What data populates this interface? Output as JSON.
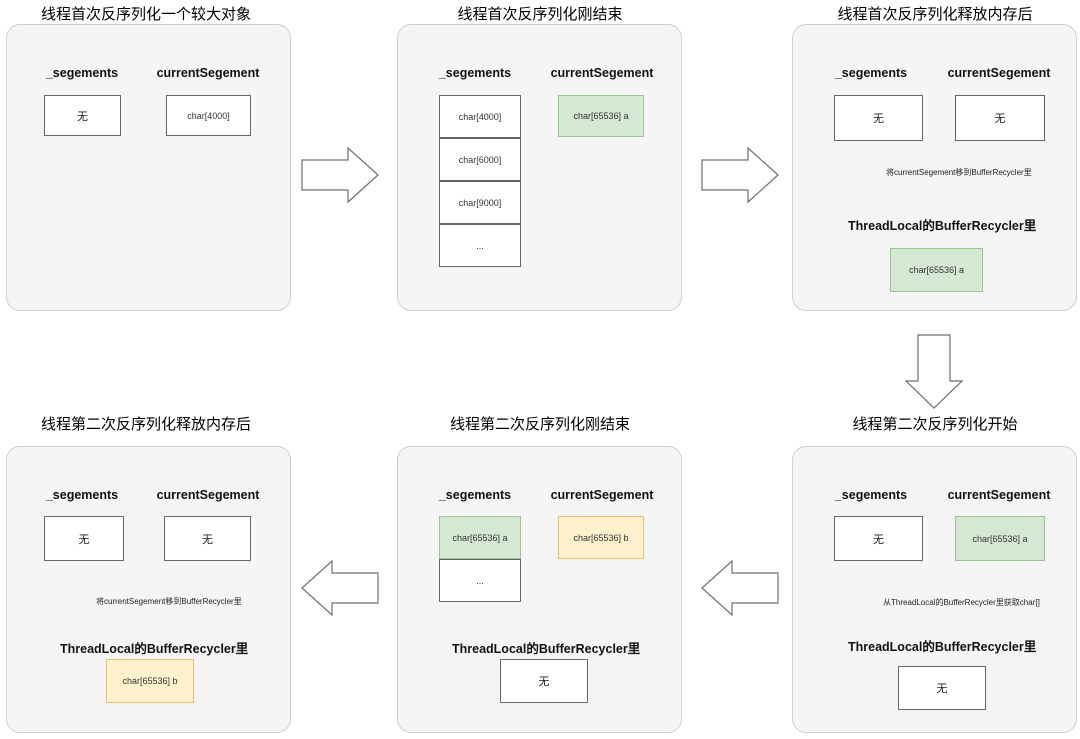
{
  "diagram": {
    "title_text_note": "Jackson BufferRecycler ThreadLocal char[] reuse flow",
    "colors": {
      "panel_bg": "#f5f5f5",
      "panel_border": "#cfcfcf",
      "box_border": "#666666",
      "green_fill": "#d5e8d4",
      "green_border": "#9ac78a",
      "yellow_fill": "#fff2cc",
      "yellow_border": "#e3c06a",
      "arrow_stroke": "#6f6f6f",
      "arrow_fill": "#ffffff"
    },
    "labels": {
      "segments": "_segements",
      "current_segment": "currentSegement",
      "thread_local": "ThreadLocal的BufferRecycler里",
      "none": "无",
      "ellipsis": "..."
    }
  },
  "panels": [
    {
      "id": "p1",
      "title": "线程首次反序列化一个较大对象",
      "segments_label": "_segements",
      "current_label": "currentSegement",
      "segments_value": "无",
      "current_value": "char[4000]",
      "current_style": "plain"
    },
    {
      "id": "p2",
      "title": "线程首次反序列化刚结束",
      "segments_label": "_segements",
      "current_label": "currentSegement",
      "segments_stack": [
        "char[4000]",
        "char[6000]",
        "char[9000]",
        "..."
      ],
      "current_value": "char[65536] a",
      "current_style": "green"
    },
    {
      "id": "p3",
      "title": "线程首次反序列化释放内存后",
      "segments_label": "_segements",
      "current_label": "currentSegement",
      "segments_value": "无",
      "current_value": "无",
      "annotation": "将currentSegement移到BufferRecycler里",
      "threadlocal_label": "ThreadLocal的BufferRecycler里",
      "threadlocal_value": "char[65536] a",
      "threadlocal_style": "green"
    },
    {
      "id": "p4",
      "title": "线程第二次反序列化开始",
      "segments_label": "_segements",
      "current_label": "currentSegement",
      "segments_value": "无",
      "current_value": "char[65536] a",
      "current_style": "green",
      "annotation": "从ThreadLocal的BufferRecycler里获取char[]",
      "threadlocal_label": "ThreadLocal的BufferRecycler里",
      "threadlocal_value": "无",
      "threadlocal_style": "plain"
    },
    {
      "id": "p5",
      "title": "线程第二次反序列化刚结束",
      "segments_label": "_segements",
      "current_label": "currentSegement",
      "segments_stack": [
        "char[65536] a",
        "..."
      ],
      "segments_stack_styles": [
        "green",
        "plain"
      ],
      "current_value": "char[65536] b",
      "current_style": "yellow",
      "threadlocal_label": "ThreadLocal的BufferRecycler里",
      "threadlocal_value": "无",
      "threadlocal_style": "plain"
    },
    {
      "id": "p6",
      "title": "线程第二次反序列化释放内存后",
      "segments_label": "_segements",
      "current_label": "currentSegement",
      "segments_value": "无",
      "current_value": "无",
      "annotation": "将currentSegement移到BufferRecycler里",
      "threadlocal_label": "ThreadLocal的BufferRecycler里",
      "threadlocal_value": "char[65536] b",
      "threadlocal_style": "yellow"
    }
  ],
  "flow_arrows": [
    {
      "id": "a1",
      "direction": "right",
      "from": "p1",
      "to": "p2"
    },
    {
      "id": "a2",
      "direction": "right",
      "from": "p2",
      "to": "p3"
    },
    {
      "id": "a3",
      "direction": "down",
      "from": "p3",
      "to": "p4"
    },
    {
      "id": "a4",
      "direction": "left",
      "from": "p4",
      "to": "p5"
    },
    {
      "id": "a5",
      "direction": "left",
      "from": "p5",
      "to": "p6"
    }
  ]
}
